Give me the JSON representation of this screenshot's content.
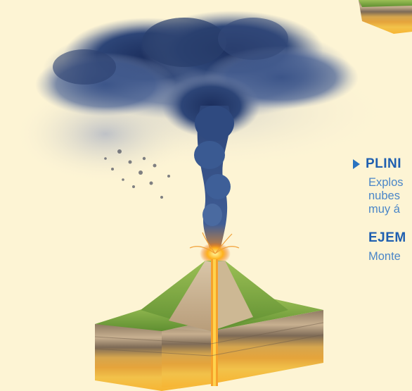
{
  "section": {
    "heading": "PLINI",
    "description_lines": [
      "Explos",
      "nubes",
      "muy á"
    ],
    "example_heading": "EJEM",
    "example_text": "Monte"
  }
}
